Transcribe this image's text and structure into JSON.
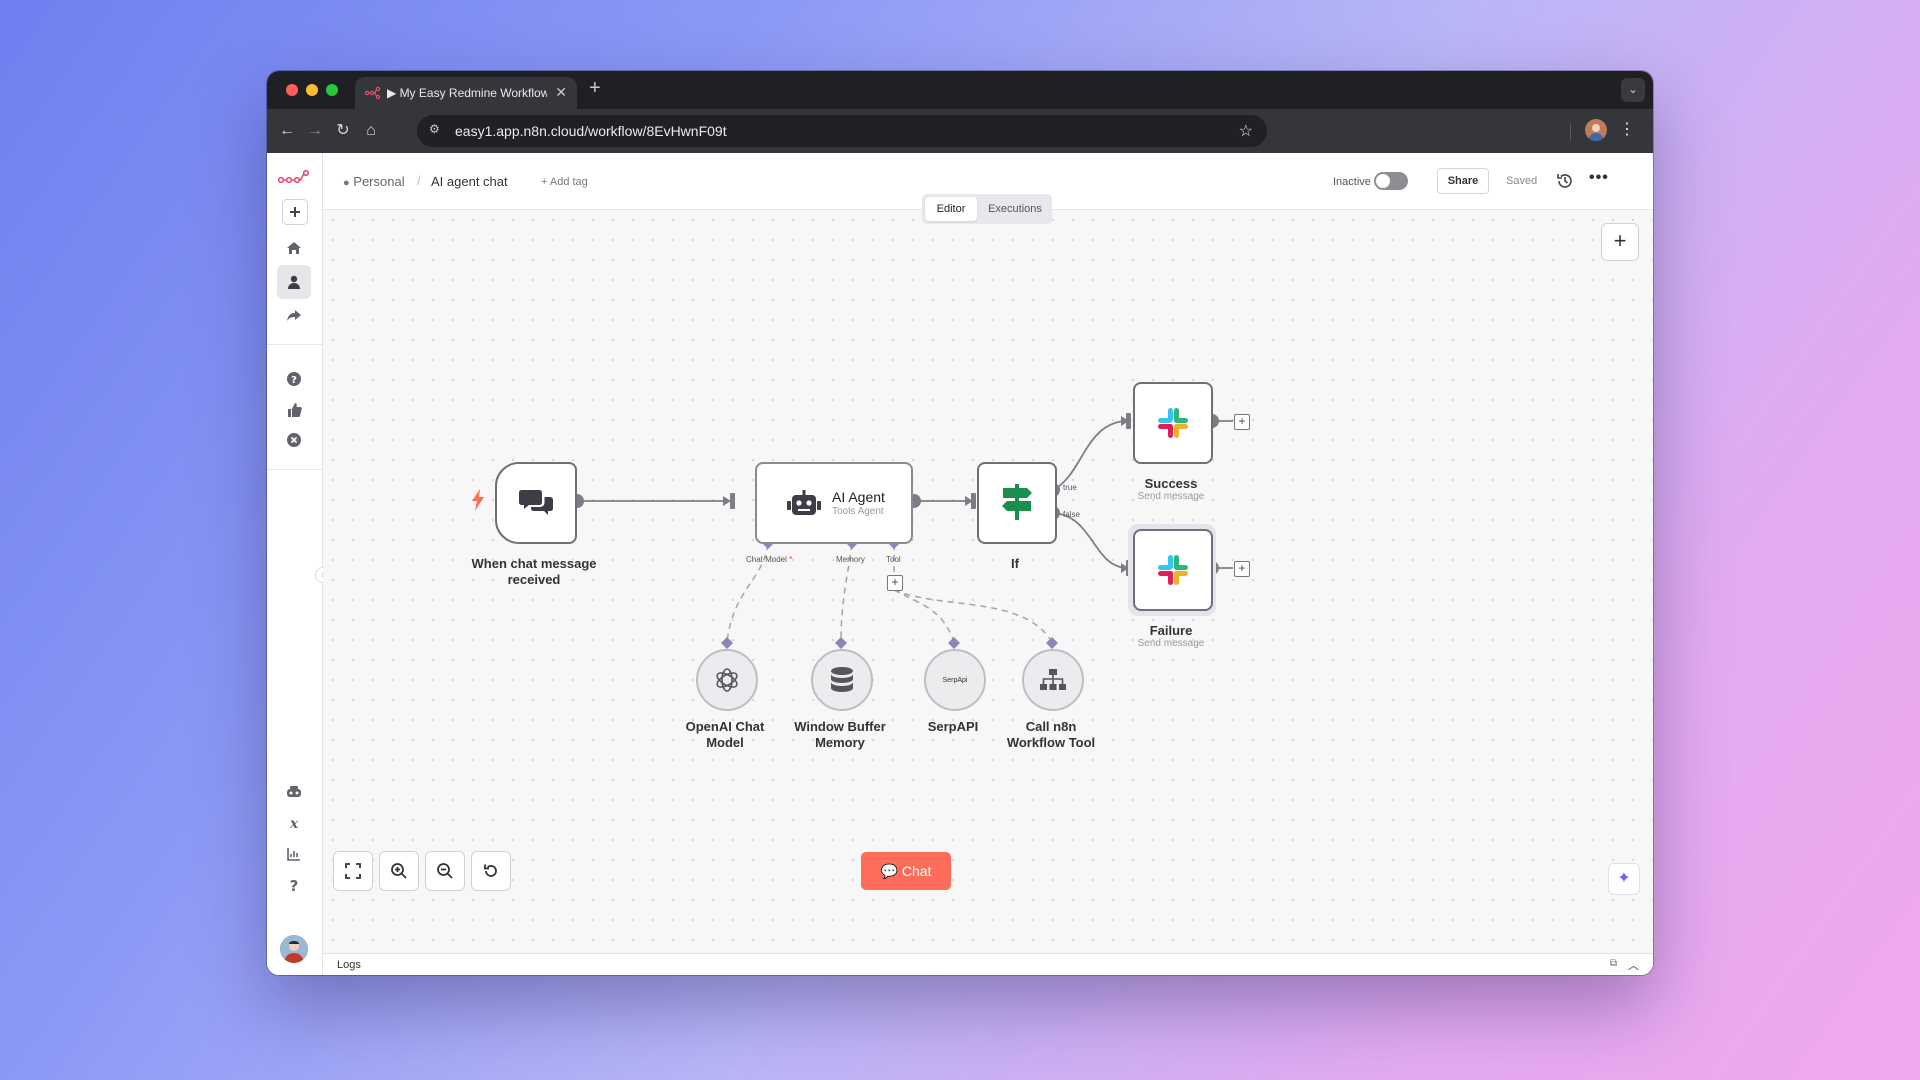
{
  "browser": {
    "tab_title": "▶ My Easy Redmine Workflow",
    "url": "easy1.app.n8n.cloud/workflow/8EvHwnF09t",
    "new_tab": "+",
    "close": "✕"
  },
  "header": {
    "breadcrumb_project": "Personal",
    "breadcrumb_sep": "/",
    "workflow_name": "AI agent chat",
    "add_tag": "+ Add tag",
    "status_label": "Inactive",
    "share": "Share",
    "saved": "Saved",
    "more": "•••"
  },
  "switcher": {
    "editor": "Editor",
    "executions": "Executions"
  },
  "nodes": {
    "trigger": {
      "label_line1": "When chat message",
      "label_line2": "received"
    },
    "agent": {
      "title": "AI Agent",
      "subtitle": "Tools Agent",
      "port_chat_model": "Chat Model *",
      "port_memory": "Memory",
      "port_tool": "Tool"
    },
    "if": {
      "label": "If",
      "port_true": "true",
      "port_false": "false"
    },
    "success": {
      "label": "Success",
      "subtitle": "Send message"
    },
    "failure": {
      "label": "Failure",
      "subtitle": "Send message"
    },
    "openai": {
      "label_line1": "OpenAI Chat",
      "label_line2": "Model"
    },
    "memory": {
      "label_line1": "Window Buffer",
      "label_line2": "Memory"
    },
    "serpapi": {
      "label": "SerpAPI",
      "icon_text": "SerpApi"
    },
    "workflow_tool": {
      "label_line1": "Call n8n",
      "label_line2": "Workflow Tool"
    }
  },
  "canvas": {
    "chat_button": "Chat",
    "add_node": "+"
  },
  "logs": {
    "label": "Logs"
  },
  "colors": {
    "accent": "#ff6d5a",
    "trigger_bolt": "#ff6d5a",
    "if_green": "#1a8f4d",
    "ai_purple": "#7a5af8"
  },
  "icons": [
    "n8n-logo-icon",
    "plus-icon",
    "home-icon",
    "user-icon",
    "share-icon",
    "help-circle-icon",
    "thumbs-up-icon",
    "x-circle-icon",
    "templates-icon",
    "variables-icon",
    "insights-icon",
    "question-icon",
    "fit-view-icon",
    "zoom-in-icon",
    "zoom-out-icon",
    "reset-icon",
    "sparkle-icon"
  ]
}
